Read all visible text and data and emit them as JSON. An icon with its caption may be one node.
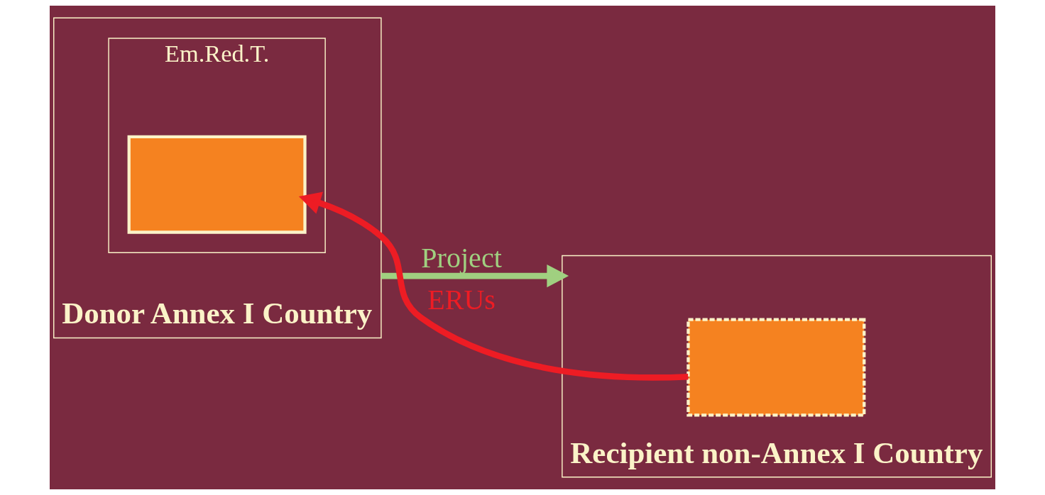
{
  "diagram": {
    "nodes": [
      {
        "text": [
          "Donor Annex I Country"
        ]
      },
      {
        "text": [
          "Em.Red.T."
        ],
        "in": 0
      },
      {
        "text": [],
        "shape": "box",
        "in": 1
      },
      {
        "text": [
          "Recipient non-Annex I Country"
        ]
      },
      {
        "text": [],
        "shape": "box",
        "in": 3
      }
    ],
    "edges": [
      {
        "from": 0,
        "to": 3,
        "arrow": "to",
        "label": "Project",
        "color": "#a0d080"
      },
      {
        "from": 4,
        "to": 2,
        "arrow": "to",
        "label": "ERUs",
        "color": "#ed1c24"
      }
    ]
  }
}
